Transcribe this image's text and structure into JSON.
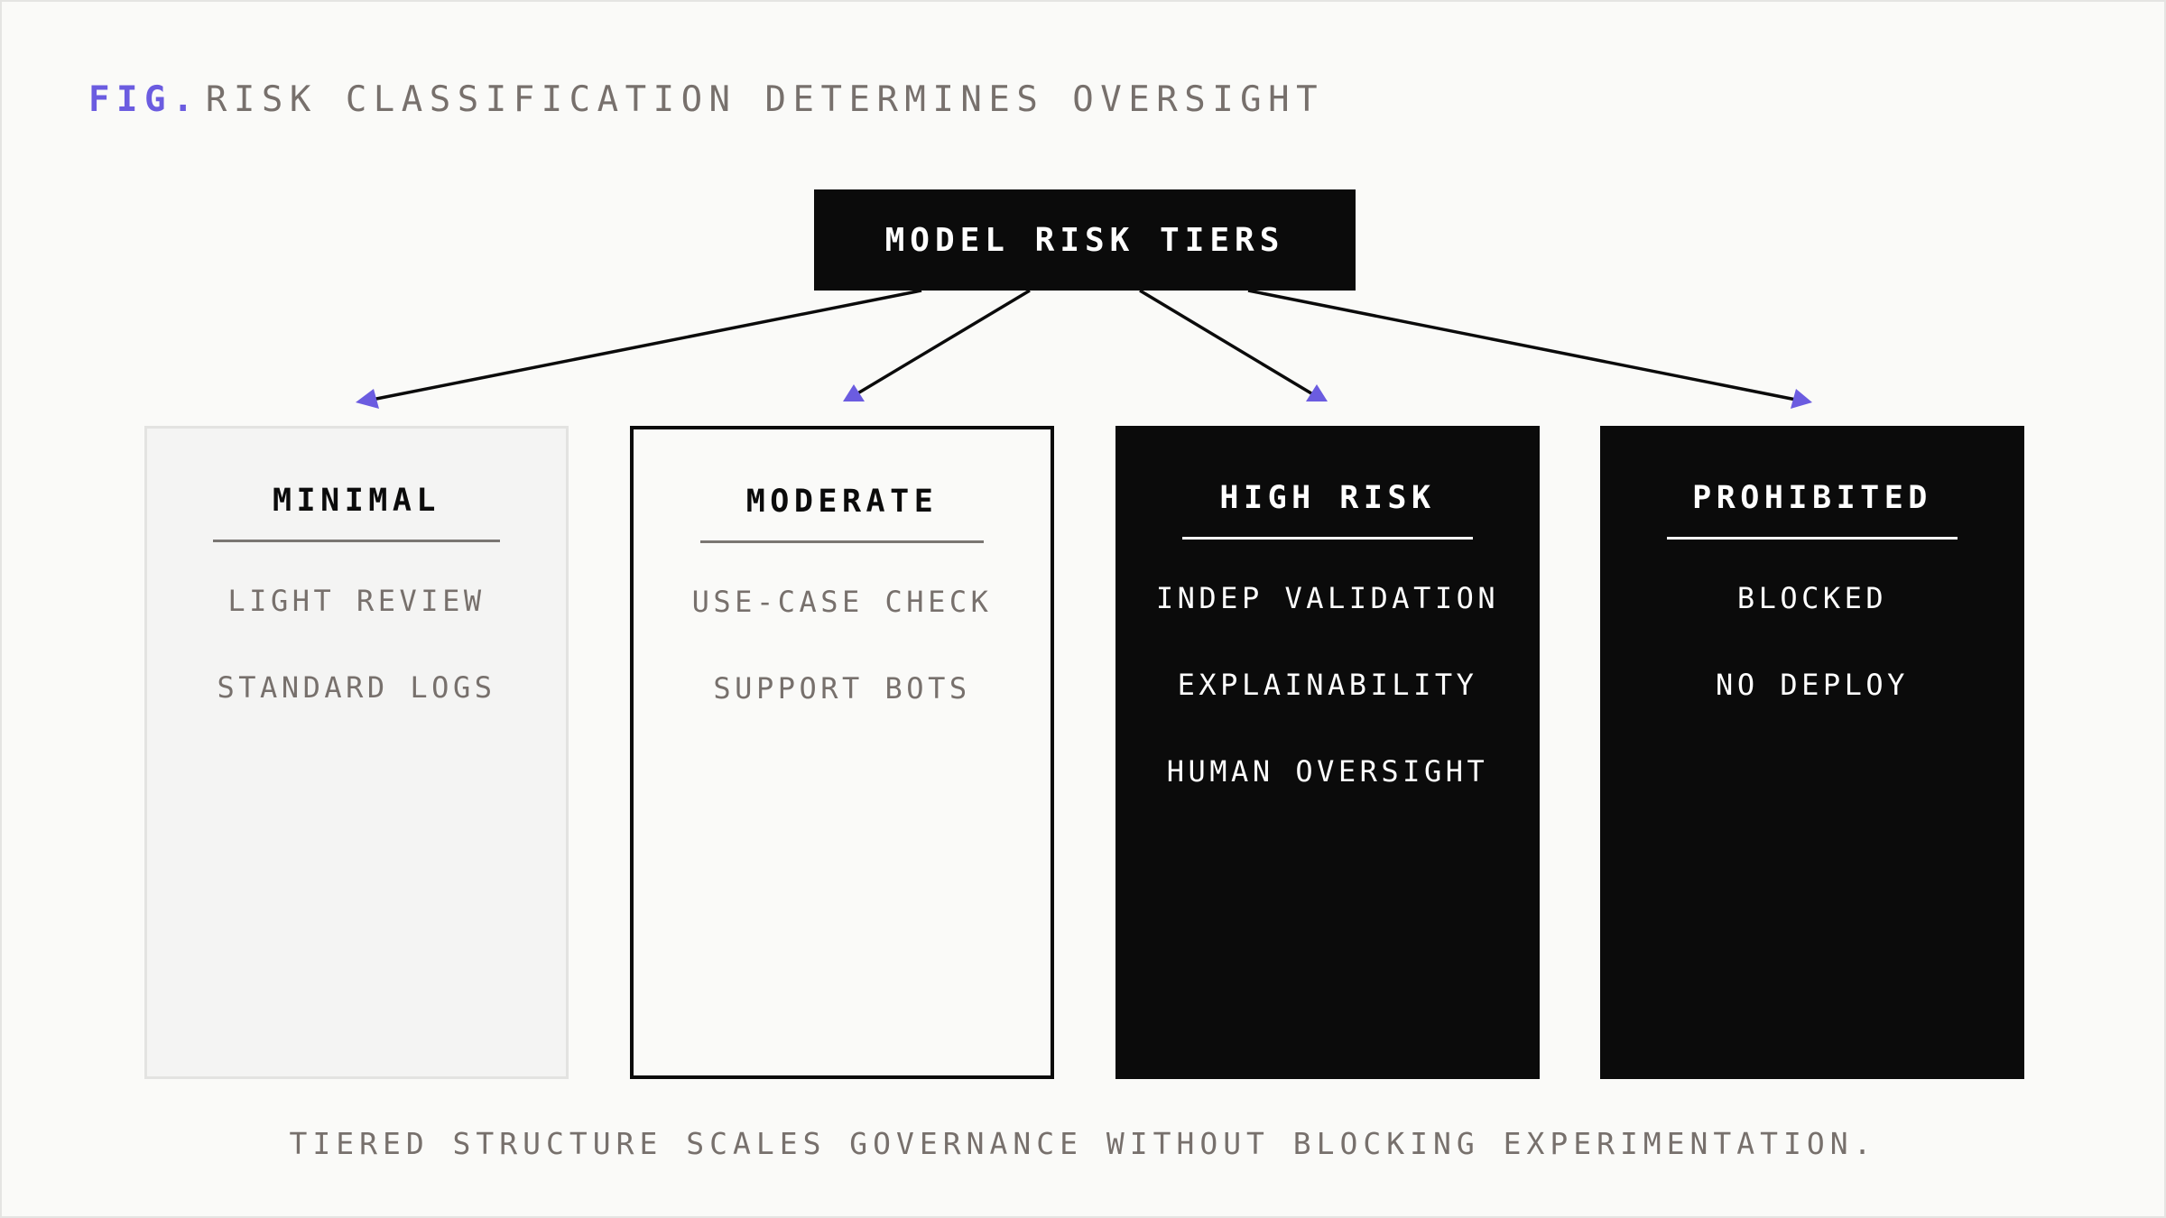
{
  "figure": {
    "prefix": "FIG.",
    "title": "RISK CLASSIFICATION DETERMINES OVERSIGHT"
  },
  "root": {
    "label": "MODEL RISK TIERS"
  },
  "tiers": [
    {
      "title": "MINIMAL",
      "items": [
        "LIGHT REVIEW",
        "STANDARD LOGS"
      ]
    },
    {
      "title": "MODERATE",
      "items": [
        "USE-CASE CHECK",
        "SUPPORT BOTS"
      ]
    },
    {
      "title": "HIGH RISK",
      "items": [
        "INDEP VALIDATION",
        "EXPLAINABILITY",
        "HUMAN OVERSIGHT"
      ]
    },
    {
      "title": "PROHIBITED",
      "items": [
        "BLOCKED",
        "NO DEPLOY"
      ]
    }
  ],
  "caption": "TIERED STRUCTURE SCALES GOVERNANCE WITHOUT BLOCKING EXPERIMENTATION.",
  "colors": {
    "accent": "#6b5ce0",
    "ink": "#0b0b0b",
    "muted": "#77706c",
    "background": "#fafaf8"
  }
}
